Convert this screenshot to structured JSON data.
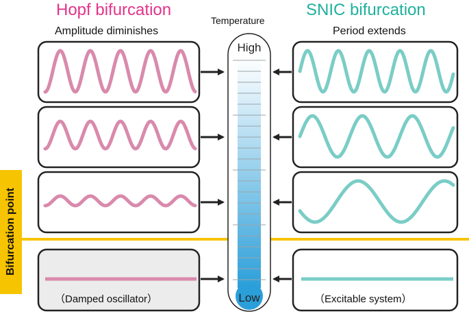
{
  "left": {
    "title": "Hopf bifurcation",
    "subtitle": "Amplitude diminishes",
    "color": "#d98aac",
    "damped_label": "（Damped oscillator）"
  },
  "right": {
    "title": "SNIC bifurcation",
    "subtitle": "Period extends",
    "color": "#7acdc6",
    "excitable_label": "（Excitable system）"
  },
  "thermometer": {
    "label": "Temperature",
    "high_label": "High",
    "low_label": "Low",
    "gradient_top": "#ffffff",
    "gradient_bottom": "#2b9fd9"
  },
  "bifurcation_point": {
    "label": "Bifurcation point",
    "color": "#f6c400"
  }
}
